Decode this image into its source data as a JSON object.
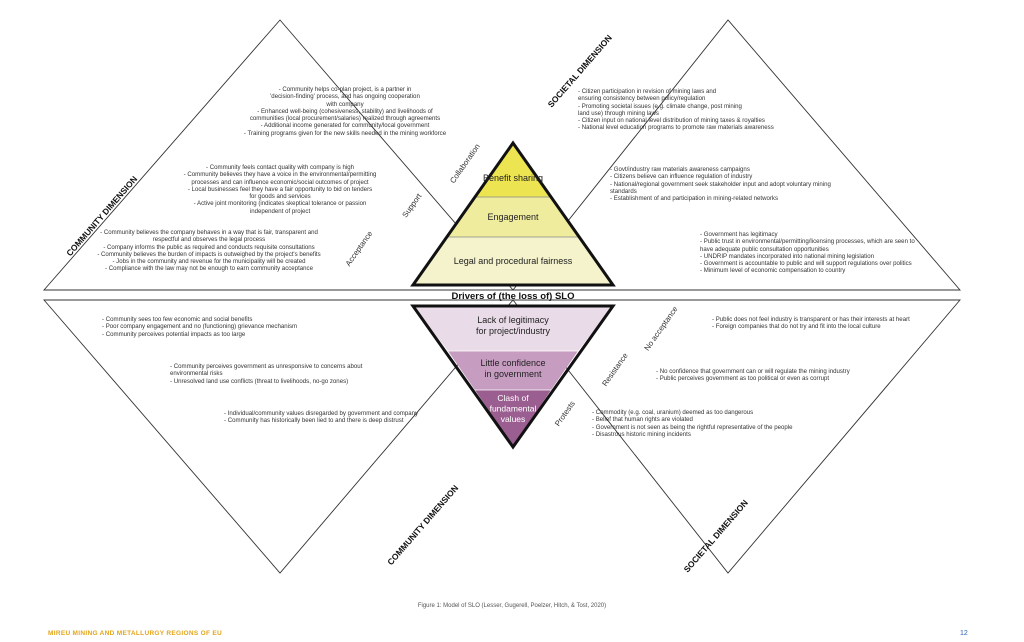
{
  "dimensions": {
    "top_left": "COMMUNITY DIMENSION",
    "top_right": "SOCIETAL DIMENSION",
    "bottom_left": "COMMUNITY DIMENSION",
    "bottom_right": "SOCIETAL DIMENSION"
  },
  "center_label": "Drivers of (the loss of) SLO",
  "upper_pyramid": {
    "levels": [
      "Benefit sharing",
      "Engagement",
      "Legal and procedural fairness"
    ],
    "side_labels": [
      "Collaboration",
      "Support",
      "Acceptance"
    ]
  },
  "lower_pyramid": {
    "levels": [
      "Lack of legitimacy\nfor project/industry",
      "Little confidence\nin government",
      "Clash of\nfundamental\nvalues"
    ],
    "side_labels": [
      "No acceptance",
      "Resistance",
      "Protests"
    ]
  },
  "notes": {
    "tl_1": "- Community helps co-plan project, is a partner in\n'decision-finding' process, and has ongoing cooperation\nwith company\n- Enhanced well-being (cohesiveness, stability) and livelihoods of\ncommunities (local procurement/salaries) realized through agreements\n- Additional income generated for community/local government\n- Training programs given for the new skills needed in the mining workforce",
    "tl_2": "- Community feels contact quality with company is high\n- Community believes they have a voice in the environmental/permitting\nprocesses and can influence economic/social outcomes of project\n- Local businesses feel they have a fair opportunity to bid on tenders\nfor goods and services\n- Active joint monitoring (indicates skeptical tolerance or passion\nindependent of project",
    "tl_3": "- Community believes the company behaves in a way that is fair, transparent and\nrespectful and observes the legal process\n- Company informs the public as required and conducts requisite consultations\n- Community believes the burden of impacts is outweighed by the project's benefits\n- Jobs in the community and revenue for the municipality will be created\n- Compliance with the law may not be enough to earn community acceptance",
    "tr_1": "- Citizen participation in revision of mining laws and\nensuring consistency between policy/regulation\n- Promoting societal issues (e.g. climate change, post mining\nland use) through mining laws\n- Citizen input on national level distribution of mining taxes & royalties\n- National level education programs to promote raw materials awareness",
    "tr_2": "- Govt/industry raw materials awareness campaigns\n- Citizens believe can influence regulation of industry\n- National/regional government seek stakeholder input and adopt voluntary mining\nstandards\n- Establishment of and participation in mining-related networks",
    "tr_3": "- Government has legitimacy\n- Public trust in environmental/permitting/licensing processes, which are seen to\nhave adequate public consultation opportunities\n- UNDRIP mandates incorporated into national mining legislation\n- Government is accountable to public and will support regulations over politics\n- Minimum level of economic compensation to country",
    "bl_1": "- Community sees too few economic and social benefits\n- Poor company engagement and no (functioning) grievance mechanism\n- Community perceives potential impacts as too large",
    "bl_2": "- Community perceives government as unresponsive to concerns about\nenvironmental risks\n- Unresolved land use conflicts (threat to livelihoods, no-go zones)",
    "bl_3": "- Individual/community values disregarded by government and company\n- Community has historically been lied to and there is deep distrust",
    "br_1": "- Public does not feel industry is transparent or has their interests at heart\n- Foreign companies that do not try and fit into the local culture",
    "br_2": "- No confidence that government can or will regulate the mining industry\n- Public perceives government as too political or even as corrupt",
    "br_3": "- Commodity (e.g. coal, uranium) deemed as too dangerous\n- Belief that human rights are violated\n- Government is not seen as being the rightful representative of the people\n- Disastrous historic mining incidents"
  },
  "caption": "Figure 1: Model of SLO (Lesser, Gugerell, Poelzer, Hitch, & Tost, 2020)",
  "footer": {
    "brand": "MIREU MINING AND METALLURGY REGIONS OF EU",
    "page": "12"
  },
  "colors": {
    "upper_top": "#ece451",
    "upper_mid": "#f0ec9e",
    "upper_bottom": "#f4f3cc",
    "lower_top": "#e9dce8",
    "lower_mid": "#c69cc0",
    "lower_bottom": "#9b5e91",
    "brand": "#e3a51a",
    "page_number": "#2b5fb0"
  }
}
